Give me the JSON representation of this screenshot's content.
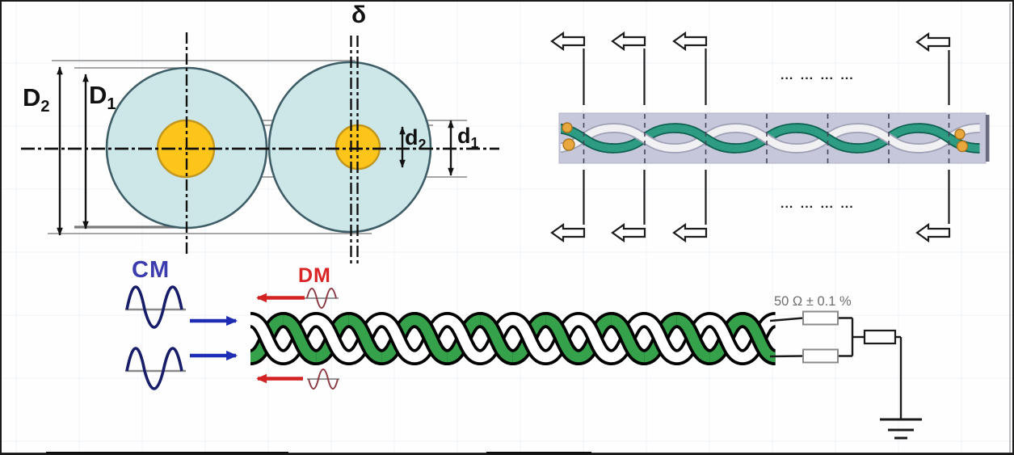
{
  "figure": {
    "cross_section": {
      "delta_label": "δ",
      "outer_diameter_2": {
        "main": "D",
        "sub": "2"
      },
      "outer_diameter_1": {
        "main": "D",
        "sub": "1"
      },
      "core_diameter_2": {
        "main": "d",
        "sub": "2"
      },
      "core_diameter_1": {
        "main": "d",
        "sub": "1"
      }
    },
    "twisted_photo": {
      "dots_top": "... ... ... ...",
      "dots_bottom": "... ... ... ..."
    },
    "mode_schematic": {
      "common_mode_label": "CM",
      "differential_mode_label": "DM",
      "termination_label": "50 Ω ± 0.1 %"
    },
    "colors": {
      "insulation_fill": "#cde7e9",
      "insulation_stroke": "#3f5d66",
      "core_fill": "#fdc51a",
      "core_stroke": "#c1961e",
      "pair_green": "#35a24b",
      "photo_teal": "#2d9c82",
      "photo_teal_edge": "#0f6152",
      "photo_white": "#f1f1f4",
      "photo_white_edge": "#9fa0b5",
      "photo_bg": "#c6c7da",
      "cm_blue": "#3c3cae",
      "arrow_blue": "#1f2db4",
      "dm_red": "#d92525",
      "arrow_red": "#d32222",
      "wave_navy": "#171d69",
      "wave_dark_red": "#8c3a44",
      "label_gray": "#6e6e6e",
      "tip_orange": "#e9a83e"
    }
  }
}
